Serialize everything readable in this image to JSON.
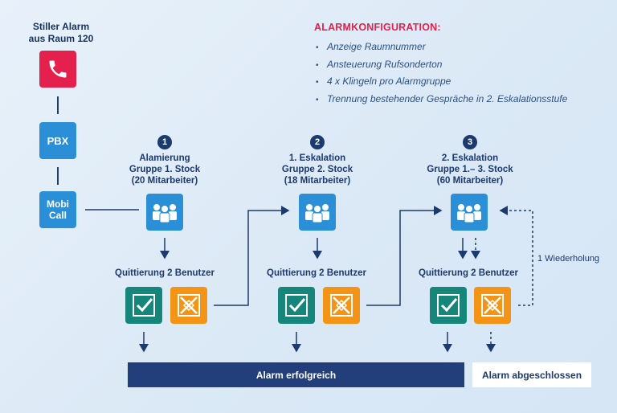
{
  "source": {
    "title": "Stiller Alarm\naus Raum 120",
    "pbx_label": "PBX",
    "mobicall_label_1": "Mobi",
    "mobicall_label_2": "Call"
  },
  "config": {
    "title": "ALARMKONFIGURATION:",
    "items": [
      "Anzeige Raumnummer",
      "Ansteuerung Rufsonderton",
      "4 x Klingeln pro Alarmgruppe",
      "Trennung bestehender Gespräche in 2. Eskalationsstufe"
    ]
  },
  "steps": [
    {
      "number": "1",
      "line1": "Alamierung",
      "line2": "Gruppe 1. Stock",
      "line3": "(20 Mitarbeiter)",
      "quit": "Quittierung 2 Benutzer"
    },
    {
      "number": "2",
      "line1": "1. Eskalation",
      "line2": "Gruppe 2. Stock",
      "line3": "(18 Mitarbeiter)",
      "quit": "Quittierung 2 Benutzer"
    },
    {
      "number": "3",
      "line1": "2. Eskalation",
      "line2": "Gruppe 1.– 3. Stock",
      "line3": "(60 Mitarbeiter)",
      "quit": "Quittierung 2 Benutzer"
    }
  ],
  "repeat_label": "1 Wiederholung",
  "result": {
    "success": "Alarm erfolgreich",
    "done": "Alarm abgeschlossen"
  },
  "colors": {
    "red": "#e4214d",
    "blue": "#2a8fd6",
    "navy": "#1c3a6e",
    "teal": "#17867a",
    "orange": "#f39416"
  }
}
